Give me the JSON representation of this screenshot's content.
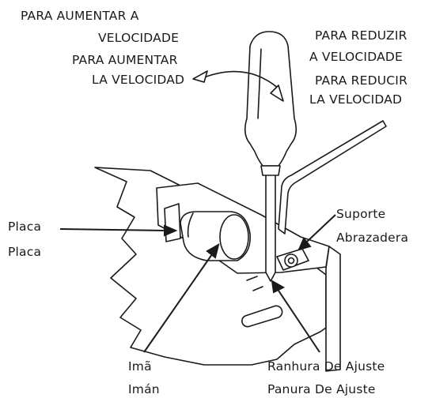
{
  "labels": {
    "increase_pt_line1": "PARA AUMENTAR A",
    "increase_pt_line2": "VELOCIDADE",
    "increase_es_line1": "PARA AUMENTAR",
    "increase_es_line2": "LA VELOCIDAD",
    "reduce_pt_line1": "PARA REDUZIR",
    "reduce_pt_line2": "A VELOCIDADE",
    "reduce_es_line1": "PARA REDUCIR",
    "reduce_es_line2": "LA VELOCIDAD",
    "plate_pt": "Placa",
    "plate_es": "Placa",
    "bracket_pt": "Suporte",
    "bracket_es": "Abrazadera",
    "magnet_pt": "Imã",
    "magnet_es": "Imán",
    "slot_pt": "Ranhura De Ajuste",
    "slot_es": "Panura De Ajuste"
  },
  "colors": {
    "line": "#1a1a1a",
    "background": "#ffffff"
  }
}
